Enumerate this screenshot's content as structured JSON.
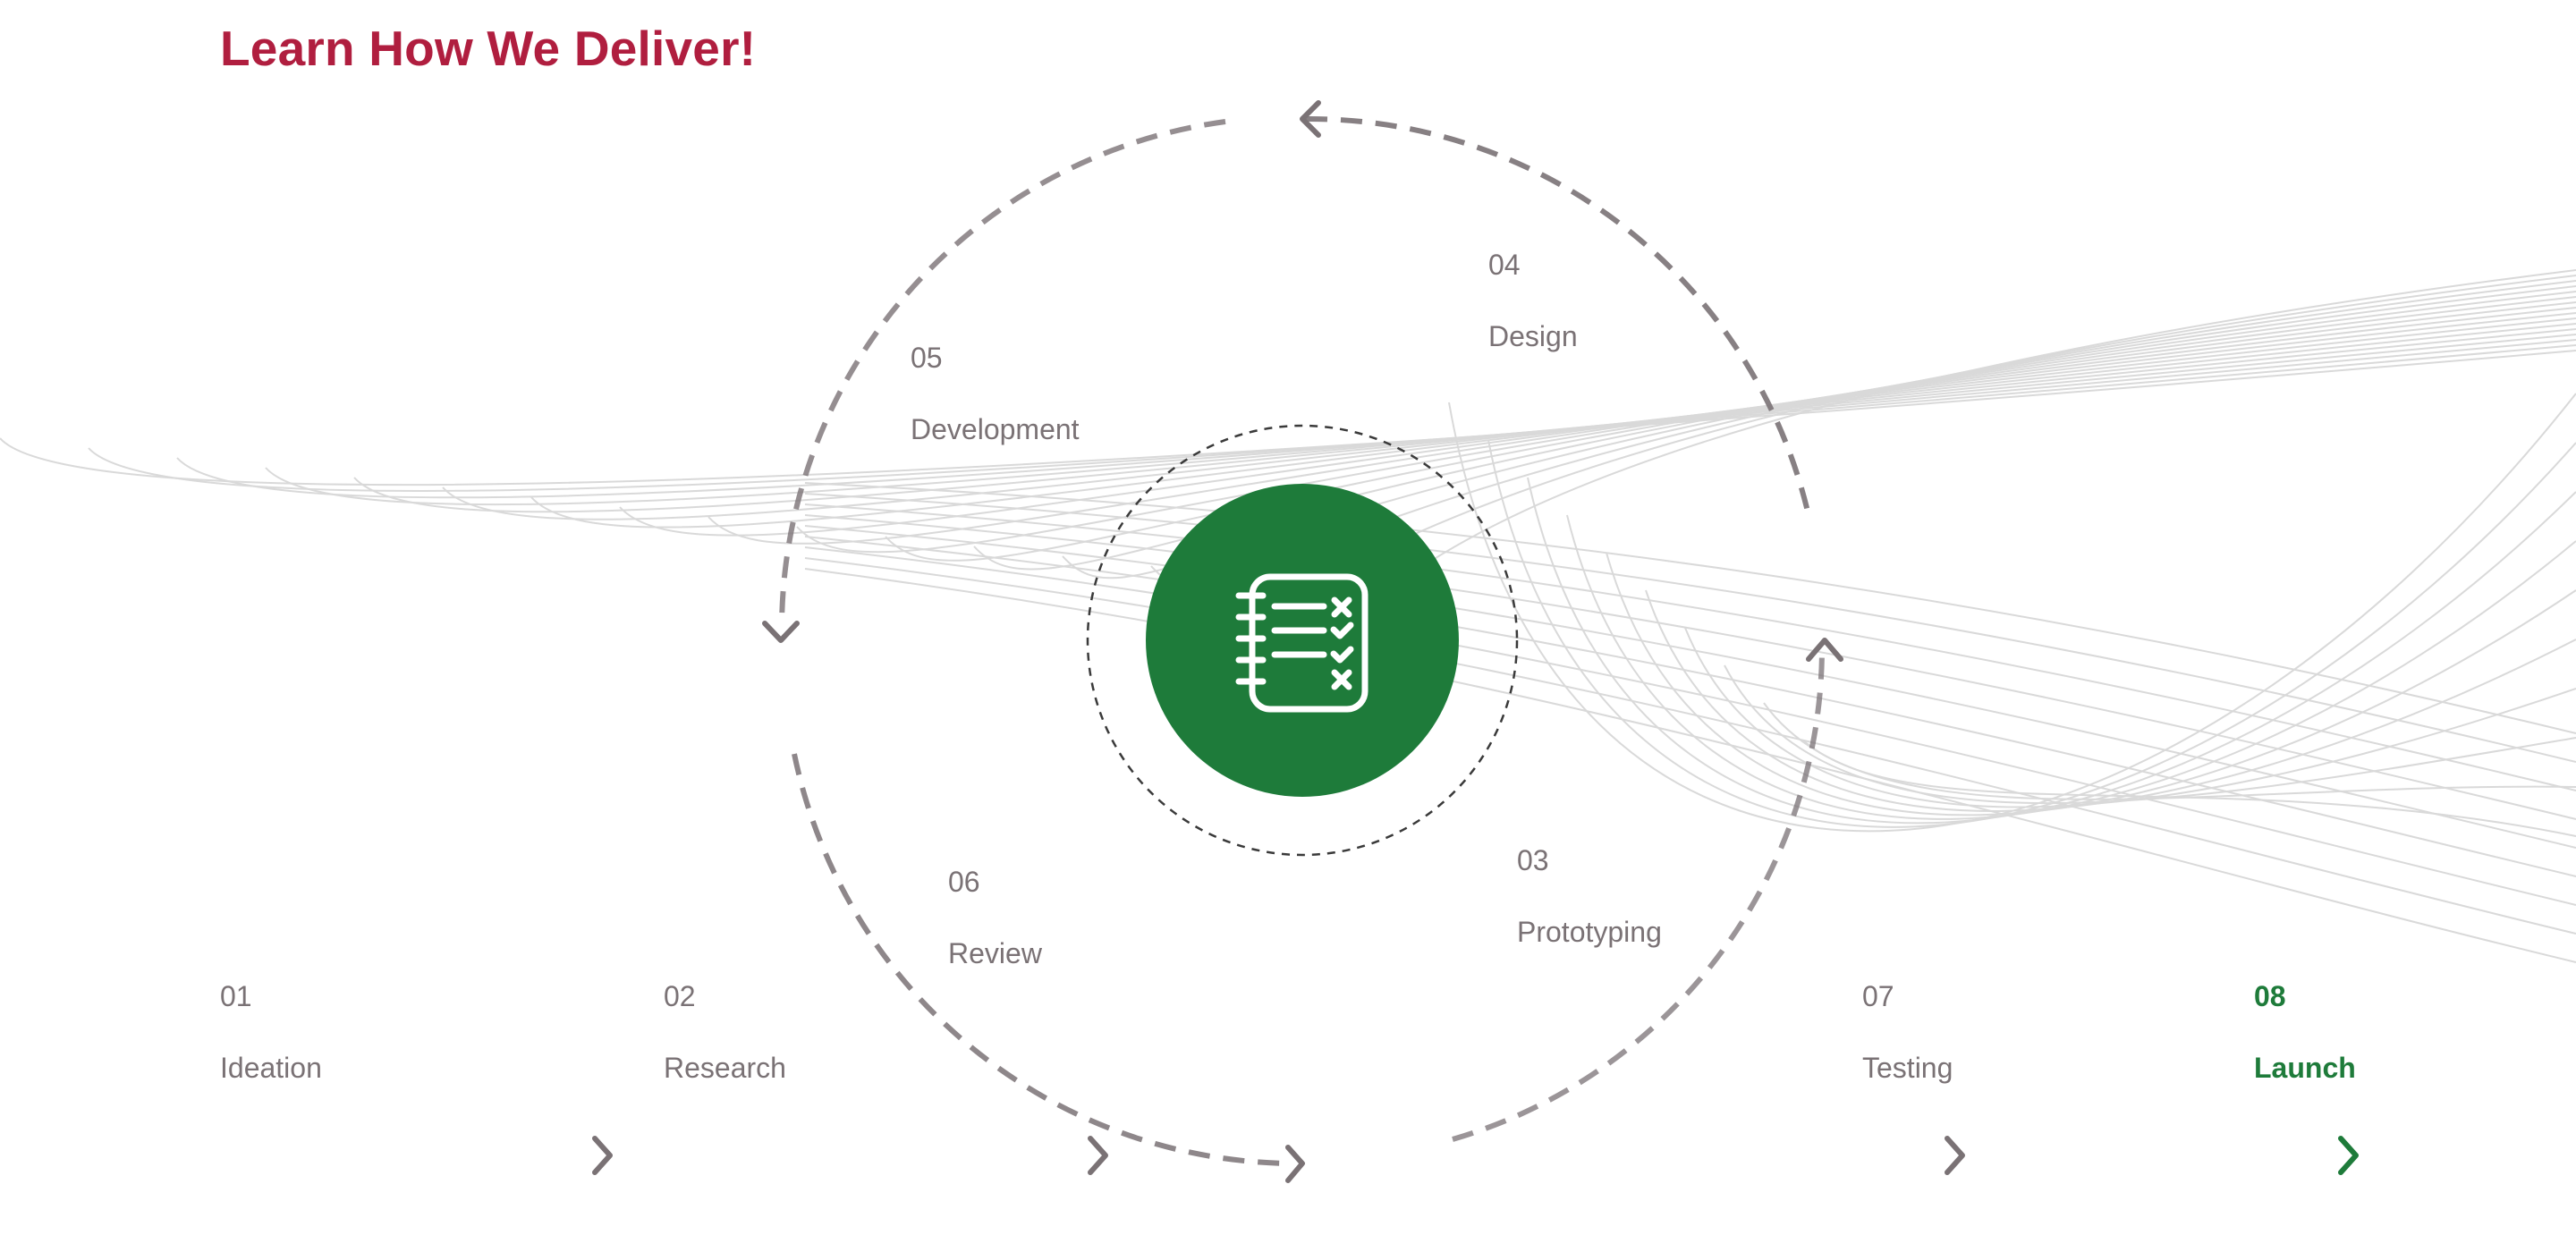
{
  "page": {
    "title": "Learn How We Deliver!"
  },
  "colors": {
    "accent_title": "#b01e3f",
    "hub_green": "#1e7b3a",
    "arrow_gray": "#7a7275",
    "label_gray": "#7a7275",
    "active_green": "#1e7b3a",
    "wave_gray": "#d9d9d9"
  },
  "center_icon": "checklist-notebook-icon",
  "steps": [
    {
      "number": "01",
      "name": "Ideation",
      "active": false
    },
    {
      "number": "02",
      "name": "Research",
      "active": false
    },
    {
      "number": "03",
      "name": "Prototyping",
      "active": false
    },
    {
      "number": "04",
      "name": "Design",
      "active": false
    },
    {
      "number": "05",
      "name": "Development",
      "active": false
    },
    {
      "number": "06",
      "name": "Review",
      "active": false
    },
    {
      "number": "07",
      "name": "Testing",
      "active": false
    },
    {
      "number": "08",
      "name": "Launch",
      "active": true
    }
  ]
}
